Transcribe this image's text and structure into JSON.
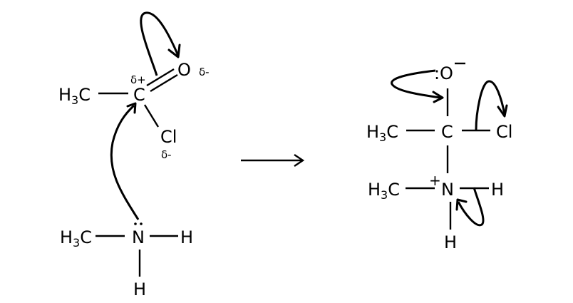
{
  "diagram": {
    "type": "reaction-mechanism",
    "reactants": {
      "acyl_chloride": {
        "methyl_label": "H",
        "methyl_sub": "3",
        "methyl_c": "C",
        "carbonyl_carbon": "C",
        "carbonyl_oxygen": "O",
        "chlorine": "Cl",
        "partial_positive_carbon": "δ+",
        "partial_negative_oxygen": "δ-",
        "partial_negative_chlorine": "δ-"
      },
      "methylamine": {
        "methyl_label": "H",
        "methyl_sub": "3",
        "methyl_c": "C",
        "nitrogen": "N",
        "lone_pair": "··",
        "hydrogen_right": "H",
        "hydrogen_bottom": "H"
      }
    },
    "reaction_arrow": "right-arrow",
    "intermediate": {
      "oxygen": "O",
      "oxygen_lone_pair": ":",
      "oxygen_charge": "−",
      "central_carbon": "C",
      "methyl_label": "H",
      "methyl_sub": "3",
      "methyl_c": "C",
      "chlorine": "Cl",
      "nitrogen": "N",
      "nitrogen_charge": "+",
      "n_methyl_label": "H",
      "n_methyl_sub": "3",
      "n_methyl_c": "C",
      "hydrogen_right": "H",
      "hydrogen_bottom": "H"
    },
    "curved_arrows": [
      "pi-bond-to-oxygen",
      "nitrogen-lone-pair-to-carbonyl-carbon",
      "oxygen-lone-pair-to-C-O-bond",
      "C-Cl-bond-to-chlorine",
      "N-H-bond-to-nitrogen"
    ]
  }
}
